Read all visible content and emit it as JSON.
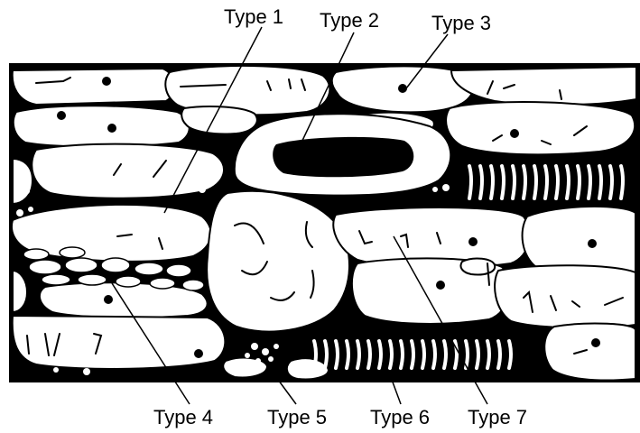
{
  "labels": {
    "type1": "Type 1",
    "type2": "Type 2",
    "type3": "Type 3",
    "type4": "Type 4",
    "type5": "Type 5",
    "type6": "Type 6",
    "type7": "Type 7"
  },
  "colors": {
    "ink": "#000000",
    "paper": "#ffffff"
  }
}
